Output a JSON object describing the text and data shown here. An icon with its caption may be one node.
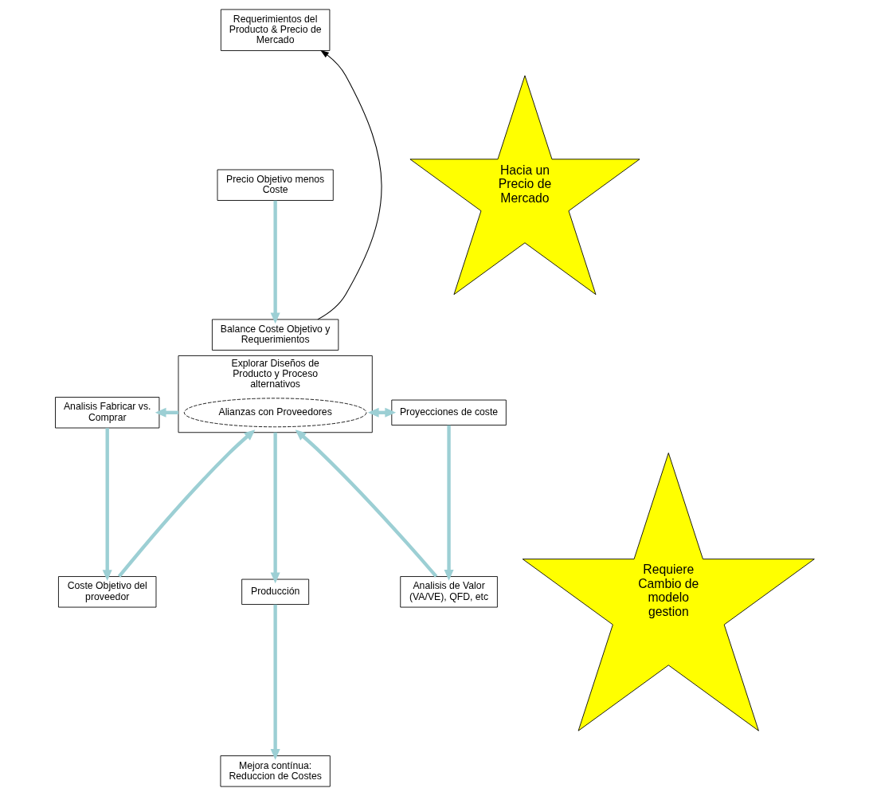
{
  "diagram": {
    "nodes": [
      {
        "text": [
          "Requerimientos del Producto & Precio de Mercado"
        ]
      },
      {
        "text": [
          "Precio Objetivo menos Coste"
        ]
      },
      {
        "text": [
          "Balance Coste Objetivo y Requerimientos"
        ]
      },
      {
        "text": [
          "Analisis Fabricar vs. Comprar"
        ]
      },
      {
        "text": [
          "Explorar Diseños de Producto y Proceso alternativos"
        ]
      },
      {
        "text": [
          "Alianzas con Proveedores"
        ],
        "in": 4
      },
      {
        "text": [
          "Proyecciones de coste"
        ]
      },
      {
        "text": [
          "Coste Objetivo del proveedor"
        ]
      },
      {
        "text": [
          "Analisis de Valor (VA/VE), QFD, etc"
        ]
      },
      {
        "text": [
          "Producción"
        ]
      },
      {
        "text": [
          "Mejora contínua: Reduccion de Costes"
        ]
      },
      {
        "text": [
          "Hacia un Precio de Mercado"
        ]
      },
      {
        "text": [
          "Requiere Cambio de modelo gestion"
        ]
      }
    ],
    "edges": [
      {
        "from": 1,
        "to": 2,
        "arrow": "to"
      },
      {
        "from": 2,
        "to": 0,
        "arrow": "to",
        "color": "#000000"
      },
      {
        "from": 4,
        "to": 3,
        "arrow": "to"
      },
      {
        "from": 3,
        "to": 7,
        "arrow": "to"
      },
      {
        "from": 7,
        "to": 4,
        "arrow": "to"
      },
      {
        "from": 4,
        "to": 6,
        "arrow": "both"
      },
      {
        "from": 6,
        "to": 8,
        "arrow": "to"
      },
      {
        "from": 8,
        "to": 4,
        "arrow": "to"
      },
      {
        "from": 4,
        "to": 9,
        "arrow": "to"
      },
      {
        "from": 9,
        "to": 10,
        "arrow": "to"
      }
    ]
  }
}
